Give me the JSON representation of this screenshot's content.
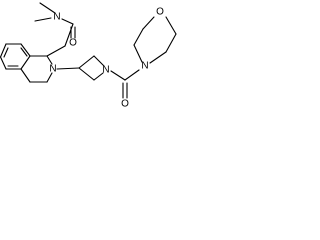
{
  "molecule": {
    "atoms": {
      "amide_n": "N",
      "amide_o": "O",
      "ring_n": "N",
      "azetidine_n": "N",
      "carbonyl_o": "O",
      "morpholine_o": "O",
      "morpholine_n": "N"
    }
  }
}
